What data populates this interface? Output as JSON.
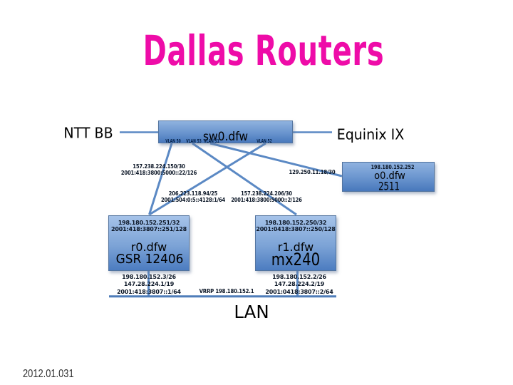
{
  "title": "Dallas Routers",
  "footer": "2012.01.031",
  "external": {
    "left": "NTT BB",
    "right": "Equinix IX"
  },
  "nodes": {
    "sw0": {
      "name": "sw0.dfw",
      "vlans": [
        "VLAN 50",
        "VLAN 53",
        "VLAN 51",
        "VLAN 52"
      ]
    },
    "o0": {
      "ip": "198.180.152.252",
      "name": "o0.dfw",
      "model": "2511"
    },
    "r0": {
      "ipv4": "198.180.152.251/32",
      "ipv6": "2001:418:3807::251/128",
      "name": "r0.dfw",
      "model": "GSR 12406",
      "lan_ips": [
        "198.180.152.3/26",
        "147.28.224.1/19",
        "2001:418:3807::1/64"
      ]
    },
    "r1": {
      "ipv4": "198.180.152.250/32",
      "ipv6": "2001:0418:3807::250/128",
      "name": "r1.dfw",
      "model": "mx240",
      "lan_ips": [
        "198.180.152.2/26",
        "147.28.224.2/19",
        "2001:0418:3807::2/64"
      ]
    }
  },
  "links": {
    "vlan50_r0": {
      "ipv4": "157.238.224.150/30",
      "ipv6": "2001:418:3800:5000::22/126"
    },
    "vlan52_r0": {
      "ipv4": "206.223.118.94/25",
      "ipv6": "2001:504:0:5::4128:1/64"
    },
    "vlan53_r1": {
      "ipv4": "157.238.224.206/30",
      "ipv6": "2001:418:3800:5000::2/126"
    },
    "vlan51_o0": {
      "ipv4": "129.250.11.18/30"
    }
  },
  "lan": {
    "label": "LAN",
    "vrrp": "VRRP 198.180.152.1"
  },
  "colors": {
    "title-color": "#ee0ca8",
    "wire-color": "#5b89c4",
    "bus-color": "#4f7db9",
    "node-border": "#53749f",
    "text-dark": "#0b1626"
  }
}
